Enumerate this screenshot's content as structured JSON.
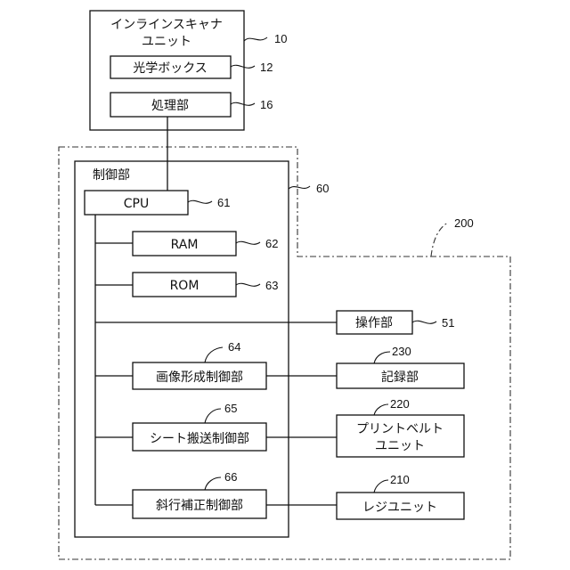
{
  "scanner": {
    "title_line1": "インラインスキャナ",
    "title_line2": "ユニット",
    "ref": "10",
    "optical_box": {
      "label": "光学ボックス",
      "ref": "12"
    },
    "processing": {
      "label": "処理部",
      "ref": "16"
    }
  },
  "controller": {
    "title": "制御部",
    "ref": "60",
    "cpu": {
      "label": "CPU",
      "ref": "61"
    },
    "ram": {
      "label": "RAM",
      "ref": "62"
    },
    "rom": {
      "label": "ROM",
      "ref": "63"
    },
    "image_ctrl": {
      "label": "画像形成制御部",
      "ref": "64"
    },
    "sheet_ctrl": {
      "label": "シート搬送制御部",
      "ref": "65"
    },
    "skew_ctrl": {
      "label": "斜行補正制御部",
      "ref": "66"
    }
  },
  "apparatus": {
    "ref": "200"
  },
  "operation": {
    "label": "操作部",
    "ref": "51"
  },
  "recording": {
    "label": "記録部",
    "ref": "230"
  },
  "belt": {
    "label_line1": "プリントベルト",
    "label_line2": "ユニット",
    "ref": "220"
  },
  "resist": {
    "label": "レジユニット",
    "ref": "210"
  }
}
